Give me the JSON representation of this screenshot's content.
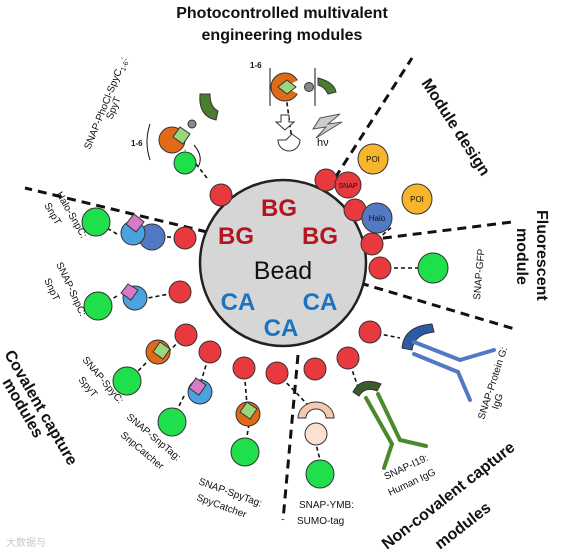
{
  "top_title": {
    "line1": "Photocontrolled multivalent",
    "line2": "engineering modules"
  },
  "sections": {
    "module_design": "Module design",
    "fluorescent_1": "Fluorescent",
    "fluorescent_2": "module",
    "covalent_1": "Covalent capture",
    "covalent_2": "modules",
    "noncovalent_1": "Non-covalent capture",
    "noncovalent_2": "modules"
  },
  "bead": {
    "label": "Bead",
    "bg_1": "BG",
    "bg_2": "BG",
    "bg_3": "BG",
    "ca_1": "CA",
    "ca_2": "CA",
    "ca_3": "CA"
  },
  "labels": {
    "phocl_1": "SNAP-PhoCl-SpyC",
    "phocl_sub": "1-6",
    "phocl_2": ":",
    "phocl_3": "SpyT",
    "repeat_a": "1-6",
    "repeat_b": "1-6",
    "hv": "hν",
    "snap_tag": "SNAP",
    "halo_tag": "Halo",
    "poi_1": "POI",
    "poi_2": "POI",
    "halo_snpc_1": "Halo-SnpC:",
    "halo_snpc_2": "SnpT",
    "snap_snpc_1": "SNAP-SnpC:",
    "snap_snpc_2": "SnpT",
    "snap_spyc_1": "SNAP-SpyC:",
    "snap_spyc_2": "SpyT",
    "snptag_1": "SNAP-SnpTag:",
    "snptag_2": "SnpCatcher",
    "spytag_1": "SNAP-SpyTag:",
    "spytag_2": "SpyCatcher",
    "ymb_1": "SNAP-YMB:",
    "ymb_2": "SUMO-tag",
    "i19_1": "SNAP-I19:",
    "i19_2": "Human IgG",
    "protg_1": "SNAP-Protein G:",
    "protg_2": "IgG",
    "gfp": "SNAP-GFP",
    "watermark": "大数据与"
  },
  "colors": {
    "red_circle": "#e8393f",
    "green_circle": "#1fe04a",
    "bead_fill": "#d6d6d6",
    "bg_text": "#b41520",
    "ca_text": "#1a74c0",
    "orange": "#e06a17",
    "light_blue": "#4aa3df",
    "pink": "#d77bc8",
    "light_green": "#9bd67b",
    "dark_green": "#4a7d2e",
    "dark_blue": "#2c5ba6",
    "poi_yellow": "#f7b52b",
    "halo_blue": "#5379c4"
  }
}
